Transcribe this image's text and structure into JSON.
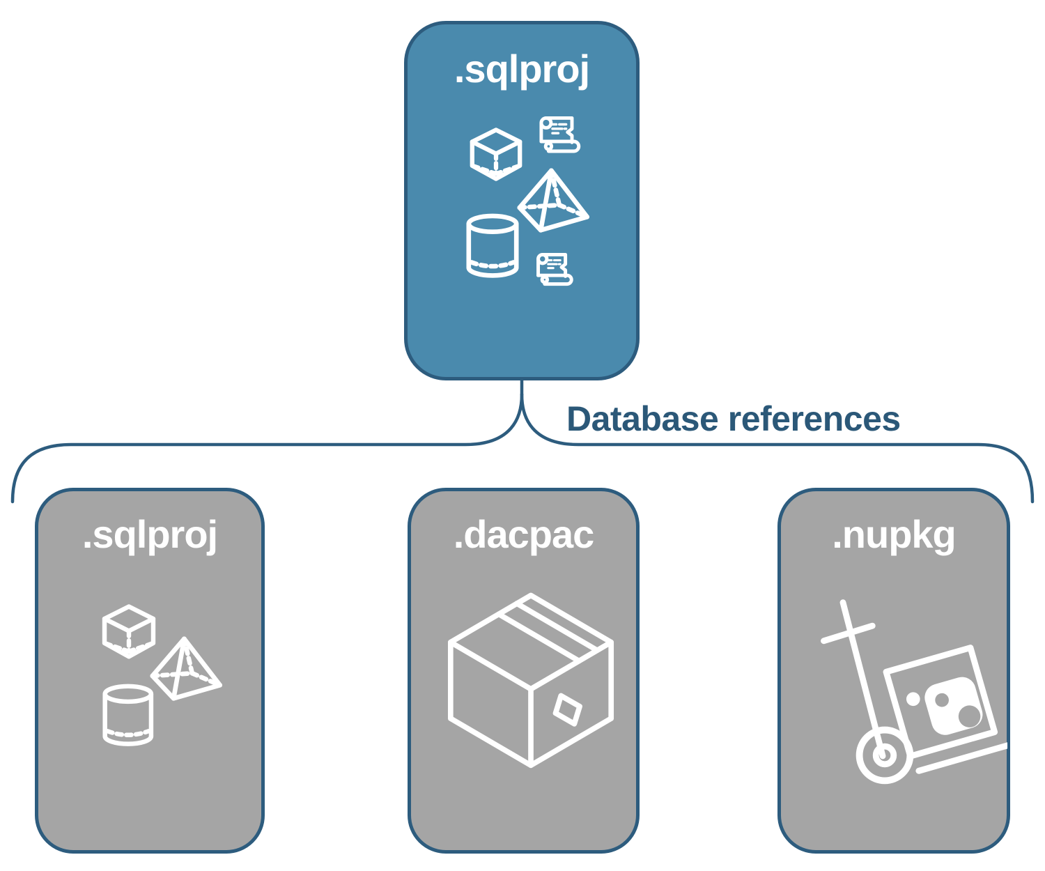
{
  "root": {
    "label": ".sqlproj",
    "icons": [
      "script-scroll-icon",
      "cube-icon",
      "pyramid-icon",
      "cylinder-icon",
      "script-scroll-icon"
    ]
  },
  "connector": {
    "label": "Database references",
    "shape": "downward-curly-brace"
  },
  "children": [
    {
      "label": ".sqlproj",
      "icon": "sql-objects-icon"
    },
    {
      "label": ".dacpac",
      "icon": "package-box-icon"
    },
    {
      "label": ".nupkg",
      "icon": "nuget-hand-truck-icon"
    }
  ],
  "colors": {
    "root_fill": "#4a8aad",
    "child_fill": "#a5a5a5",
    "outline": "#2d5c7e",
    "connector_label_text": "#2b5878",
    "icon_stroke": "#ffffff",
    "background": "#ffffff"
  }
}
